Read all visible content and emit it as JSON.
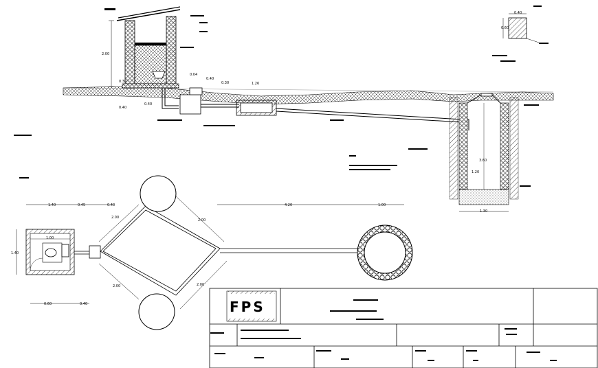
{
  "drawing": {
    "dimensions": {
      "latrine_height": "2.00",
      "pit_offset_1": "0.30",
      "pit_offset_2": "0.40",
      "step_1": "0.40",
      "pipe_gap_1": "0.04",
      "pipe_gap_2": "0.40",
      "pipe_gap_3": "0.30",
      "trap_run": "1.26",
      "soakpit_depth": "3.60",
      "soakpit_gravel": "1.20",
      "soakpit_width": "1.30",
      "detail_width": "0.40",
      "detail_height": "0.60",
      "plan_top_1": "1.40",
      "plan_top_2": "0.45",
      "plan_top_3": "0.40",
      "plan_top_4": "4.20",
      "plan_top_5": "1.00",
      "plan_diag_ul": "2.00",
      "plan_diag_ur": "2.00",
      "plan_diag_ll": "2.00",
      "plan_diag_lr": "2.00",
      "latrine_width": "1.00",
      "latrine_depth": "1.40",
      "plan_bottom_1": "0.60",
      "plan_bottom_2": "0.40"
    },
    "logo": {
      "text": "FPS"
    }
  }
}
